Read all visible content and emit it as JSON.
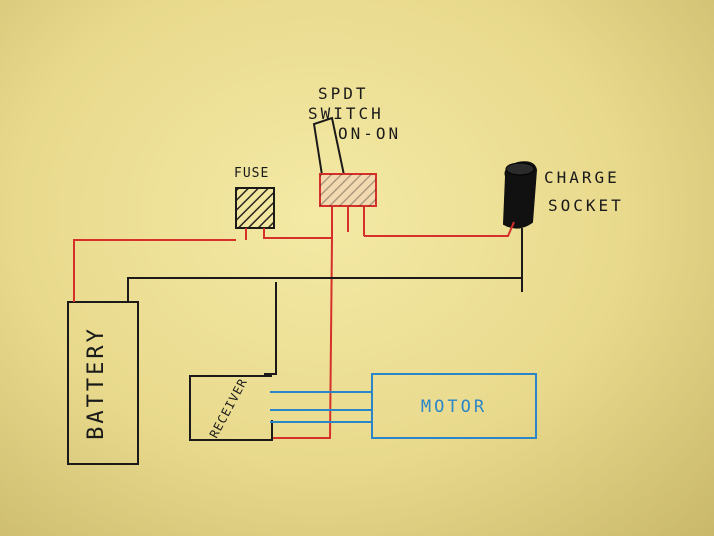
{
  "labels": {
    "spdt_line1": "SPDT",
    "spdt_line2": "SWITCH",
    "spdt_line3": "ON-ON",
    "fuse": "FUSE",
    "charge_line1": "CHARGE",
    "charge_line2": "SOCKET",
    "battery": "BATTERY",
    "receiver": "RECEIVER",
    "motor": "MOTOR"
  },
  "colors": {
    "positive_wire": "#d5302a",
    "negative_wire": "#1c1a18",
    "motor_wire": "#2a86c8",
    "paper": "#efe3a0"
  }
}
